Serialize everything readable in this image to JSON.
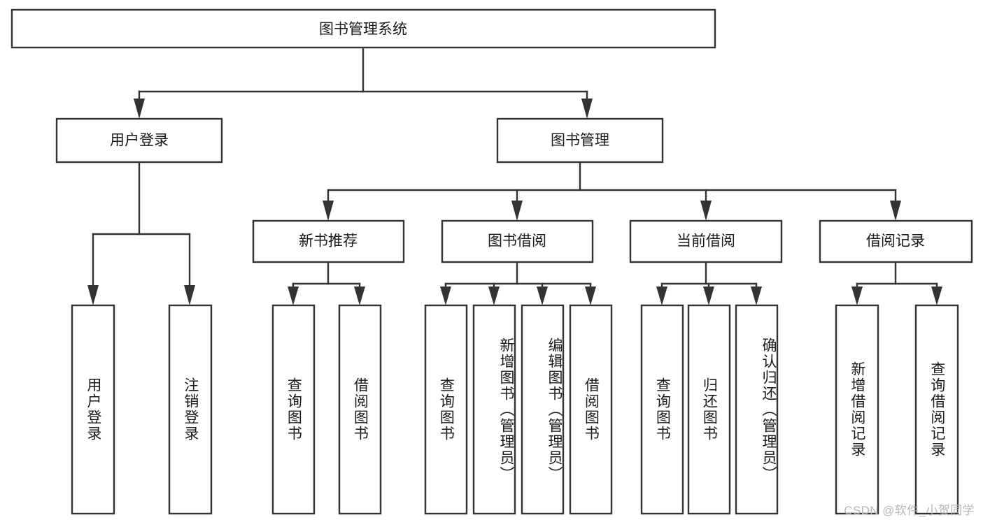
{
  "diagram": {
    "type": "tree-hierarchy-chart",
    "title": "图书管理系统",
    "watermark": "CSDN @软件_小贺同学",
    "colors": {
      "stroke": "#333333",
      "fill": "#ffffff",
      "text": "#1a1a1a",
      "watermark": "#b8b8b8"
    },
    "root": {
      "label": "图书管理系统"
    },
    "level2": [
      {
        "label": "用户登录"
      },
      {
        "label": "图书管理"
      }
    ],
    "level3": [
      {
        "label": "新书推荐"
      },
      {
        "label": "图书借阅"
      },
      {
        "label": "当前借阅"
      },
      {
        "label": "借阅记录"
      }
    ],
    "leaves": {
      "user_login": [
        {
          "label": "用户登录"
        },
        {
          "label": "注销登录"
        }
      ],
      "new_book_recommend": [
        {
          "label": "查询图书"
        },
        {
          "label": "借阅图书"
        }
      ],
      "book_borrow": [
        {
          "label": "查询图书"
        },
        {
          "label": "新增图书（管理员）"
        },
        {
          "label": "编辑图书（管理员）"
        },
        {
          "label": "借阅图书"
        }
      ],
      "current_borrow": [
        {
          "label": "查询图书"
        },
        {
          "label": "归还图书"
        },
        {
          "label": "确认归还（管理员）"
        }
      ],
      "borrow_record": [
        {
          "label": "新增借阅记录"
        },
        {
          "label": "查询借阅记录"
        }
      ]
    }
  }
}
